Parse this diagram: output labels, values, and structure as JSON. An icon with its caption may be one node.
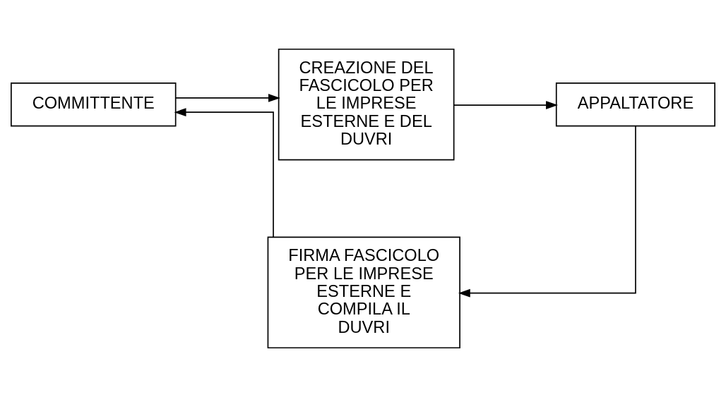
{
  "diagram": {
    "nodes": [
      {
        "text": [
          "COMMITTENTE"
        ]
      },
      {
        "text": [
          "CREAZIONE DEL FASCICOLO PER LE IMPRESE ESTERNE E DEL DUVRI"
        ]
      },
      {
        "text": [
          "APPALTATORE"
        ]
      },
      {
        "text": [
          "FIRMA FASCICOLO PER LE IMPRESE ESTERNE E COMPILA IL DUVRI"
        ]
      }
    ],
    "edges": [
      {
        "from": 0,
        "to": 1,
        "arrow": "to"
      },
      {
        "from": 1,
        "to": 2,
        "arrow": "to"
      },
      {
        "from": 2,
        "to": 3,
        "arrow": "to"
      },
      {
        "from": 3,
        "to": 0,
        "arrow": "to"
      }
    ]
  }
}
